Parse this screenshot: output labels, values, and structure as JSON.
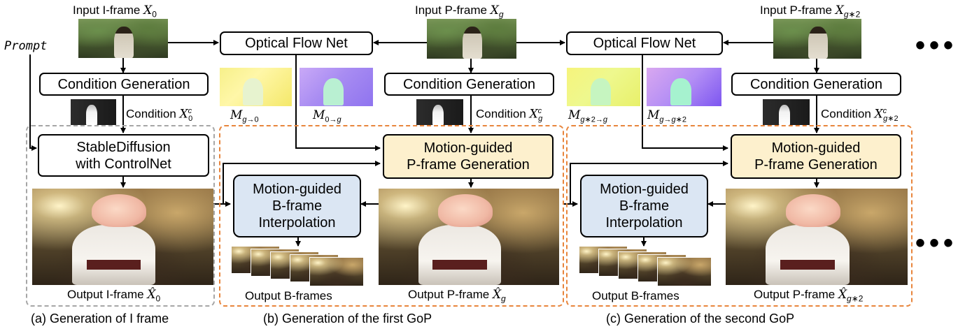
{
  "inputs": {
    "i_frame": "Input I-frame X₀",
    "p_frame_1": "Input P-frame X_g",
    "p_frame_2": "Input P-frame X_{g*2}"
  },
  "prompt": "Prompt",
  "modules": {
    "optical_flow_1": "Optical Flow Net",
    "optical_flow_2": "Optical Flow Net",
    "cond_gen_1": "Condition Generation",
    "cond_gen_2": "Condition Generation",
    "cond_gen_3": "Condition Generation",
    "stable_diffusion_line1": "StableDiffusion",
    "stable_diffusion_line2": "with ControlNet",
    "p_gen_1_line1": "Motion-guided",
    "p_gen_1_line2": "P-frame Generation",
    "p_gen_2_line1": "Motion-guided",
    "p_gen_2_line2": "P-frame Generation",
    "b_interp_1_line1": "Motion-guided",
    "b_interp_1_line2": "B-frame",
    "b_interp_1_line3": "Interpolation",
    "b_interp_2_line1": "Motion-guided",
    "b_interp_2_line2": "B-frame",
    "b_interp_2_line3": "Interpolation"
  },
  "conditions": {
    "c0": "Condition X₀ᶜ",
    "cg": "Condition X_gᶜ",
    "cg2": "Condition X_{g*2}ᶜ"
  },
  "flows": {
    "m_g_0": "M_{g→0}",
    "m_0_g": "M_{0→g}",
    "m_g2_g": "M_{g*2→g}",
    "m_g_g2": "M_{g→g*2}"
  },
  "outputs": {
    "i_frame": "Output I-frame X̂₀",
    "b_frames_1": "Output B-frames",
    "p_frame_1": "Output P-frame X̂_g",
    "b_frames_2": "Output B-frames",
    "p_frame_2": "Output P-frame X̂_{g*2}"
  },
  "captions": {
    "a": "(a) Generation of I frame",
    "b": "(b) Generation of the first GoP",
    "c": "(c) Generation of the second GoP"
  },
  "continuation": "..."
}
